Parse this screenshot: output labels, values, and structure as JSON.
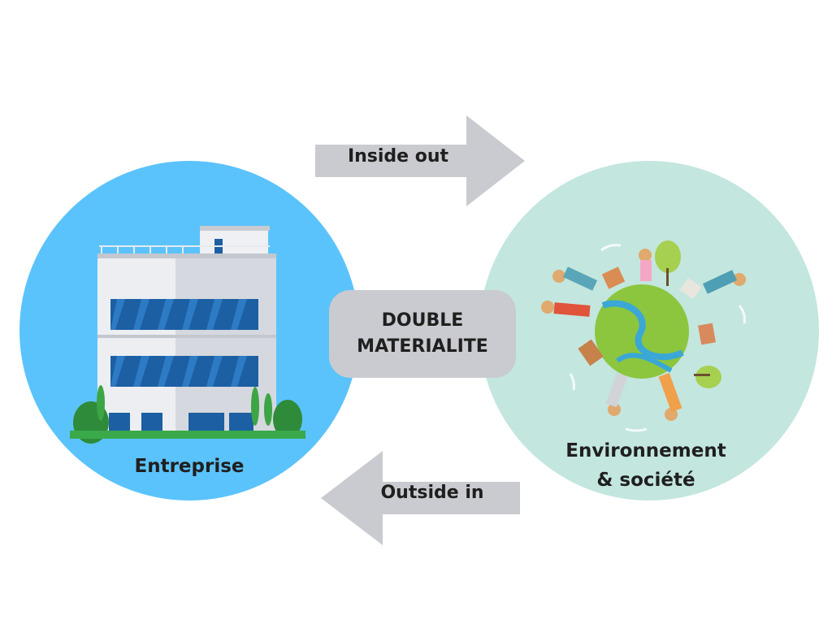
{
  "diagram": {
    "center_label": "DOUBLE\nMATERIALITE",
    "left_node": {
      "label": "Entreprise"
    },
    "right_node": {
      "label": "Environnement\n& société"
    },
    "arrows": {
      "top": {
        "label": "Inside out",
        "direction": "right"
      },
      "bottom": {
        "label": "Outside in",
        "direction": "left"
      }
    }
  },
  "colors": {
    "left_circle": "#5bc3fb",
    "right_circle": "#c3e6df",
    "arrow": "#c9cbd0",
    "center_box": "#c9cbd0",
    "text": "#1f1f1f"
  },
  "icons": {
    "left": "office-building-icon",
    "right": "earth-globe-people-icon"
  }
}
